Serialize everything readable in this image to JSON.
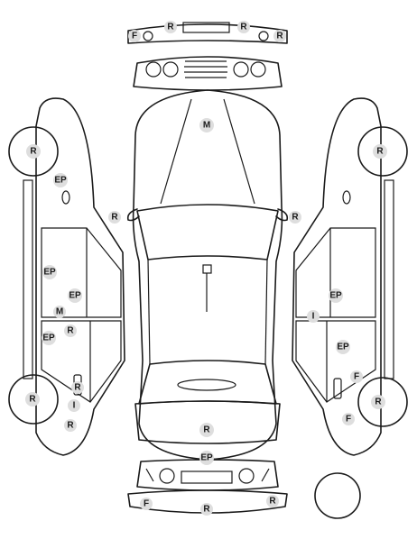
{
  "markers": [
    {
      "id": "front-bumper-f",
      "label": "F"
    },
    {
      "id": "front-bumper-r-left",
      "label": "R"
    },
    {
      "id": "front-bumper-r-right",
      "label": "R"
    },
    {
      "id": "front-bumper-r-far-right",
      "label": "R"
    },
    {
      "id": "hood-m",
      "label": "M"
    },
    {
      "id": "mirror-left-r",
      "label": "R"
    },
    {
      "id": "mirror-right-r",
      "label": "R"
    },
    {
      "id": "trunk-r",
      "label": "R"
    },
    {
      "id": "rear-bumper-ep",
      "label": "EP"
    },
    {
      "id": "rear-bumper-f",
      "label": "F"
    },
    {
      "id": "rear-bumper-r-center",
      "label": "R"
    },
    {
      "id": "rear-bumper-r-right",
      "label": "R"
    },
    {
      "id": "left-front-wheel-r",
      "label": "R"
    },
    {
      "id": "left-fender-ep",
      "label": "EP"
    },
    {
      "id": "left-front-door-ep",
      "label": "EP"
    },
    {
      "id": "left-front-door-handle-ep",
      "label": "EP"
    },
    {
      "id": "left-sill-m",
      "label": "M"
    },
    {
      "id": "left-rear-door-ep",
      "label": "EP"
    },
    {
      "id": "left-rear-door-r",
      "label": "R"
    },
    {
      "id": "left-rear-wheel-r",
      "label": "R"
    },
    {
      "id": "left-rear-r-upper",
      "label": "R"
    },
    {
      "id": "left-rear-i",
      "label": "I"
    },
    {
      "id": "left-rear-r-lower",
      "label": "R"
    },
    {
      "id": "right-front-wheel-r",
      "label": "R"
    },
    {
      "id": "right-front-door-ep",
      "label": "EP"
    },
    {
      "id": "right-sill-i",
      "label": "I"
    },
    {
      "id": "right-rear-door-ep",
      "label": "EP"
    },
    {
      "id": "right-rear-f-upper",
      "label": "F"
    },
    {
      "id": "right-rear-wheel-r",
      "label": "R"
    },
    {
      "id": "right-rear-f-lower",
      "label": "F"
    }
  ]
}
